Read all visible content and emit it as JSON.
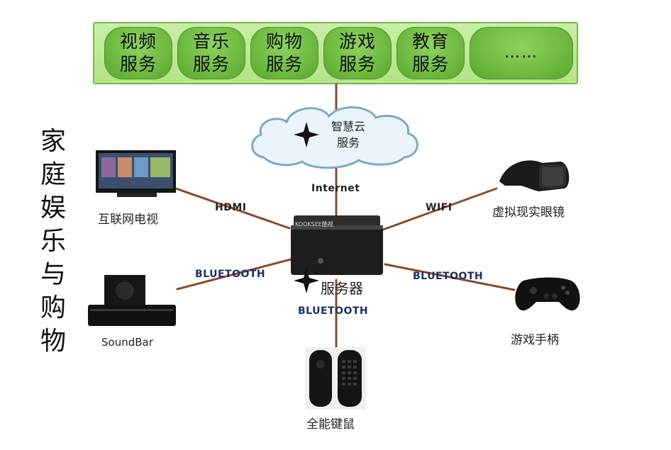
{
  "services": [
    {
      "line1": "视频",
      "line2": "服务"
    },
    {
      "line1": "音乐",
      "line2": "服务"
    },
    {
      "line1": "购物",
      "line2": "服务"
    },
    {
      "line1": "游戏",
      "line2": "服务"
    },
    {
      "line1": "教育",
      "line2": "服务"
    },
    {
      "line1": "……",
      "line2": ""
    }
  ],
  "side_title": "家庭娱乐与购物",
  "cloud": {
    "line1": "智慧云",
    "line2": "服务"
  },
  "hub": {
    "label": "服务器",
    "brand": "KOOKSEE酷视"
  },
  "devices": {
    "tv": "互联网电视",
    "soundbar": "SoundBar",
    "vr": "虚拟现实眼镜",
    "gamepad": "游戏手柄",
    "remote": "全能键鼠"
  },
  "connections": {
    "internet": "Internet",
    "hdmi": "HDMI",
    "wifi": "WIFI",
    "bt_soundbar": "BLUETOOTH",
    "bt_gamepad": "BLUETOOTH",
    "bt_remote": "BLUETOOTH"
  },
  "colors": {
    "pill_green": "#6cb83e",
    "bar_green": "#b4e38a",
    "link_brown": "#8b4a2b",
    "bluetooth_text": "#1f2f66"
  }
}
